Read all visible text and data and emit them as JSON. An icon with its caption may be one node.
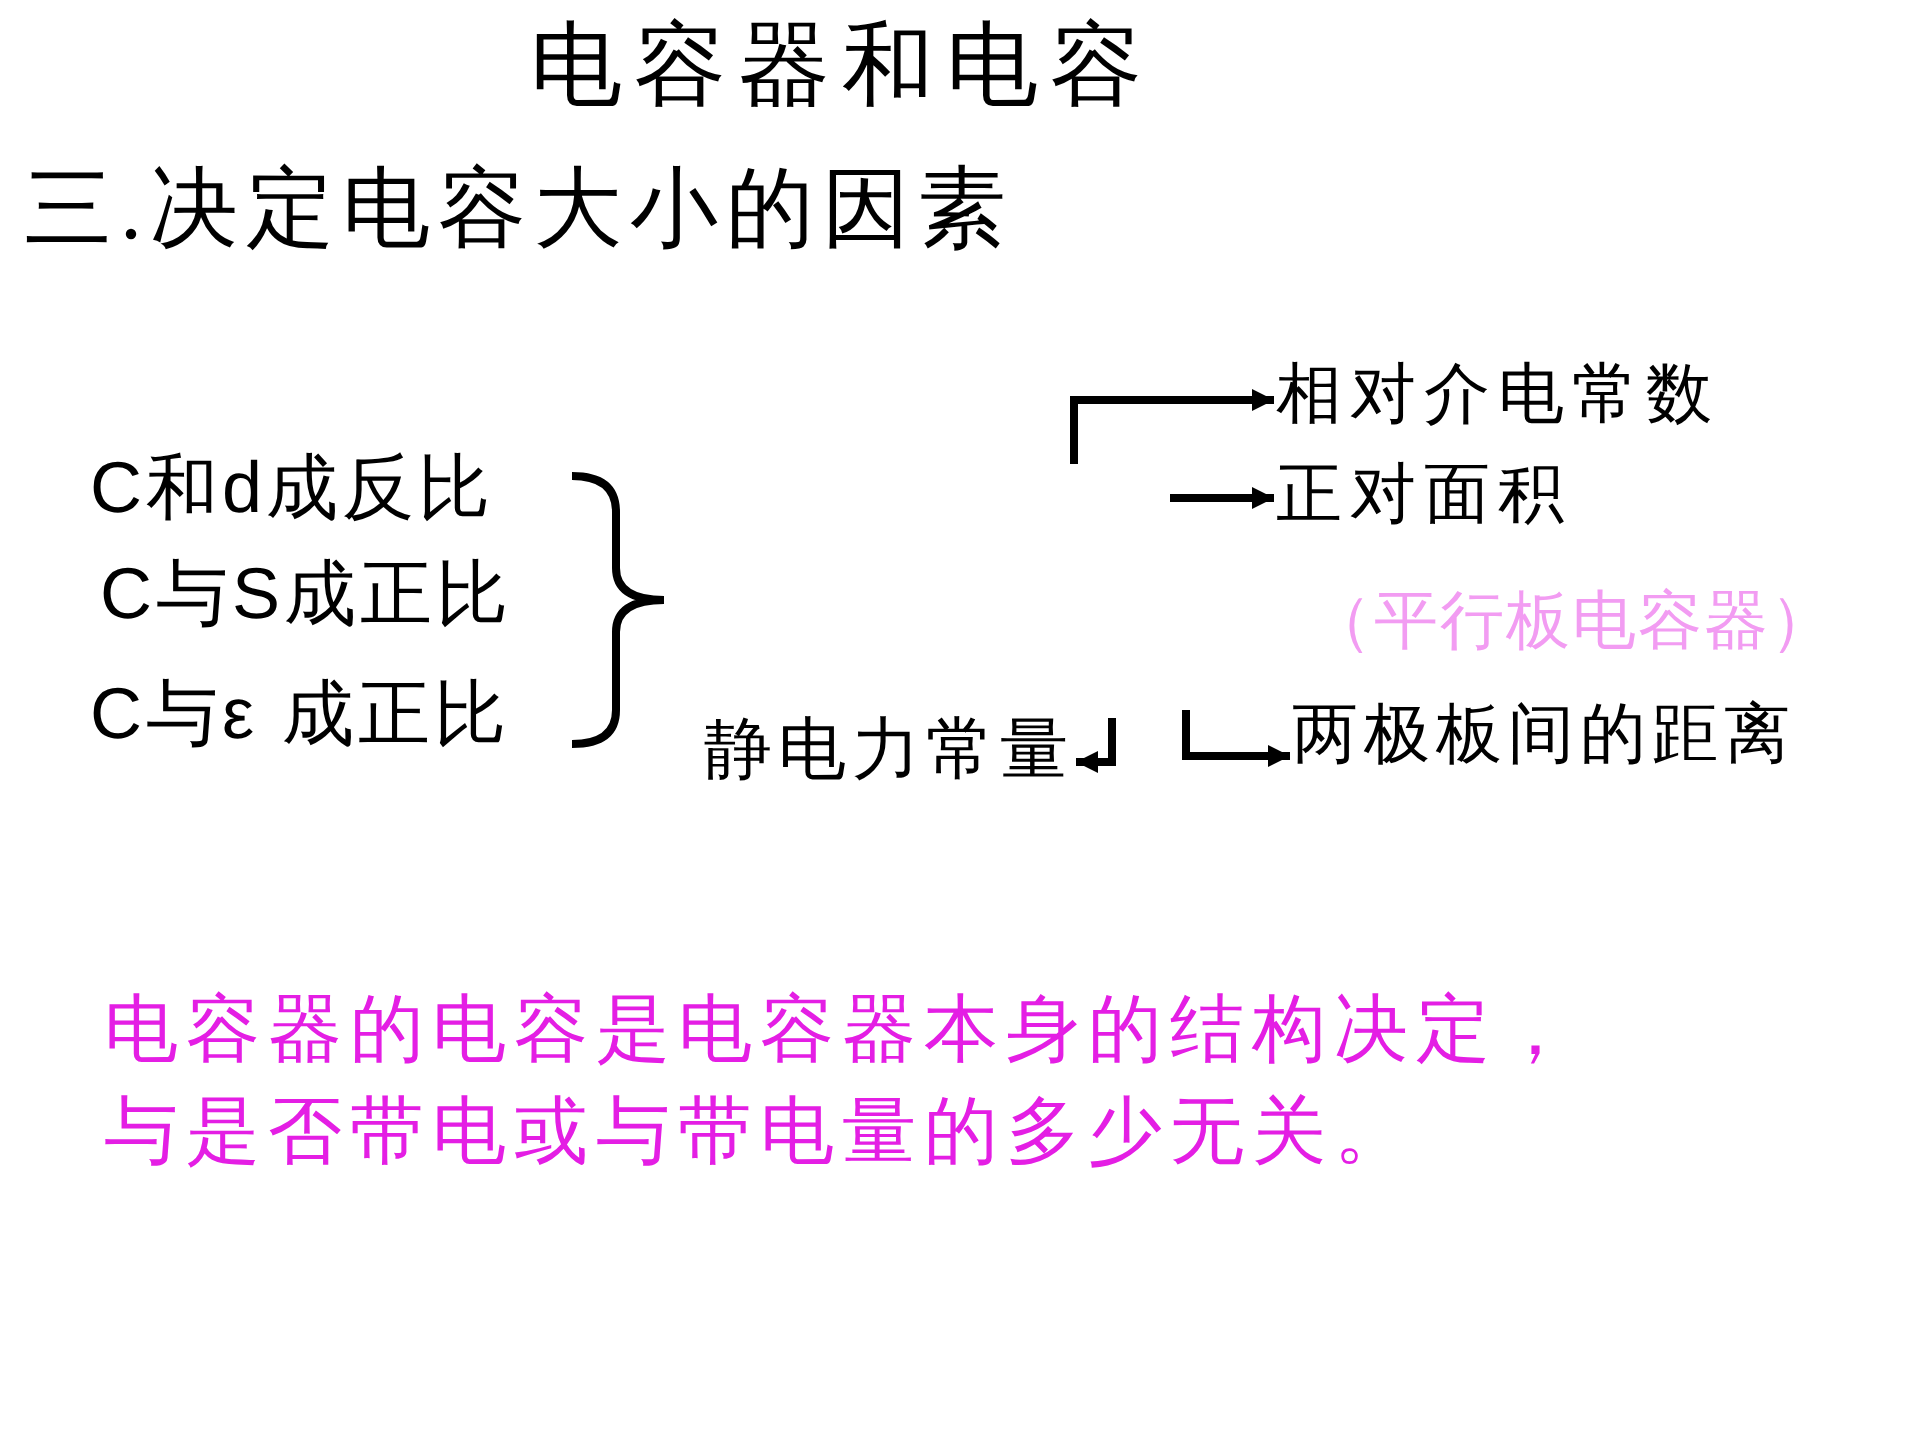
{
  "diagram": {
    "title": "电容器和电容",
    "nodes": [
      {
        "text": [
          "相对介电常数"
        ]
      },
      {
        "text": [
          "正对面积"
        ]
      },
      {
        "text": [
          "静电力常量"
        ]
      },
      {
        "text": [
          "两极板间的距离"
        ]
      }
    ],
    "edges": [
      {
        "from": null,
        "to": 0,
        "arrow": "to"
      },
      {
        "from": null,
        "to": 1,
        "arrow": "to"
      },
      {
        "from": null,
        "to": 2,
        "arrow": "to"
      },
      {
        "from": null,
        "to": 3,
        "arrow": "to"
      }
    ],
    "labels": [
      "三.决定电容大小的因素",
      "C和d成反比",
      "C与S成正比",
      "（平行板电容器）",
      "C与ε 成正比",
      "电容器的电容是电容器本身的结构决定，与是否带电或与带电量的多少无关。"
    ]
  }
}
